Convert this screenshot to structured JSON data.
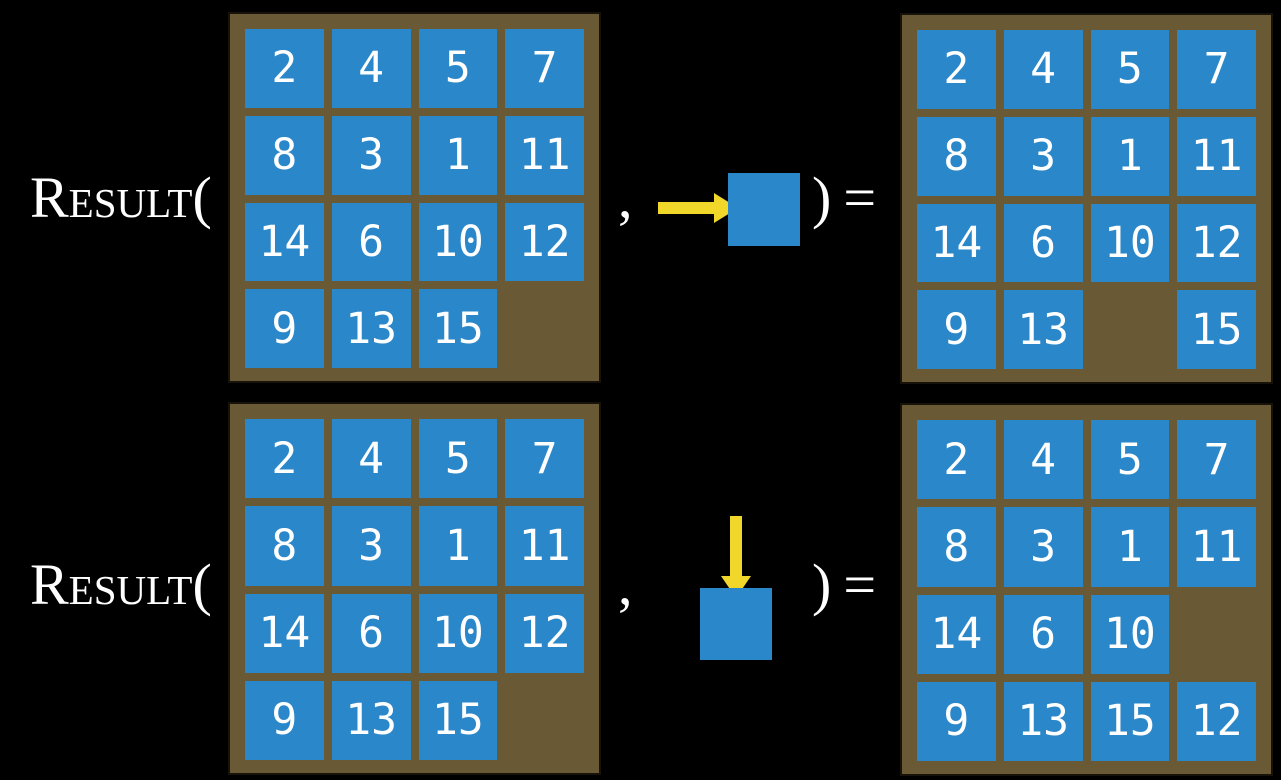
{
  "colors": {
    "background": "#000000",
    "board_frame": "#695934",
    "board_border": "#17120a",
    "tile": "#2a87ca",
    "tile_text": "#ffffff",
    "arrow": "#f0d729",
    "text": "#ffffff"
  },
  "rows": [
    {
      "function_label": "Result",
      "open_paren": "(",
      "comma": ",",
      "action_direction": "right",
      "close_paren": ")",
      "equals_sign": "=",
      "input_board": [
        [
          2,
          4,
          5,
          7
        ],
        [
          8,
          3,
          1,
          11
        ],
        [
          14,
          6,
          10,
          12
        ],
        [
          9,
          13,
          15,
          null
        ]
      ],
      "output_board": [
        [
          2,
          4,
          5,
          7
        ],
        [
          8,
          3,
          1,
          11
        ],
        [
          14,
          6,
          10,
          12
        ],
        [
          9,
          13,
          null,
          15
        ]
      ]
    },
    {
      "function_label": "Result",
      "open_paren": "(",
      "comma": ",",
      "action_direction": "down",
      "close_paren": ")",
      "equals_sign": "=",
      "input_board": [
        [
          2,
          4,
          5,
          7
        ],
        [
          8,
          3,
          1,
          11
        ],
        [
          14,
          6,
          10,
          12
        ],
        [
          9,
          13,
          15,
          null
        ]
      ],
      "output_board": [
        [
          2,
          4,
          5,
          7
        ],
        [
          8,
          3,
          1,
          11
        ],
        [
          14,
          6,
          10,
          null
        ],
        [
          9,
          13,
          15,
          12
        ]
      ]
    }
  ]
}
